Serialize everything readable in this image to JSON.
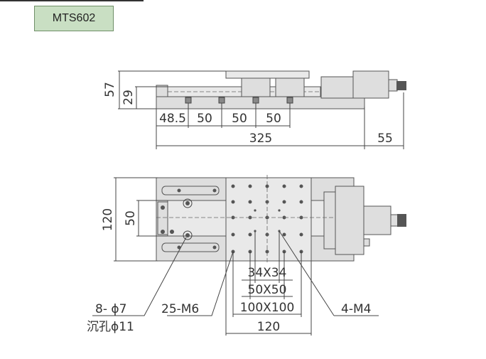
{
  "model": "MTS602",
  "side_view": {
    "height_total": "57",
    "height_base": "29",
    "hole_first": "48.5",
    "hole_pitch_1": "50",
    "hole_pitch_2": "50",
    "hole_pitch_3": "50",
    "length": "325",
    "motor_length": "55"
  },
  "top_view": {
    "width_total": "120",
    "rail_width": "50",
    "pattern_34": "34X34",
    "pattern_50": "50X50",
    "pattern_100": "100X100",
    "table_width": "120",
    "counterbore_line1": "8- ϕ7",
    "counterbore_line2": "沉孔ϕ11",
    "thread_m6": "25-M6",
    "thread_m4": "4-M4"
  }
}
